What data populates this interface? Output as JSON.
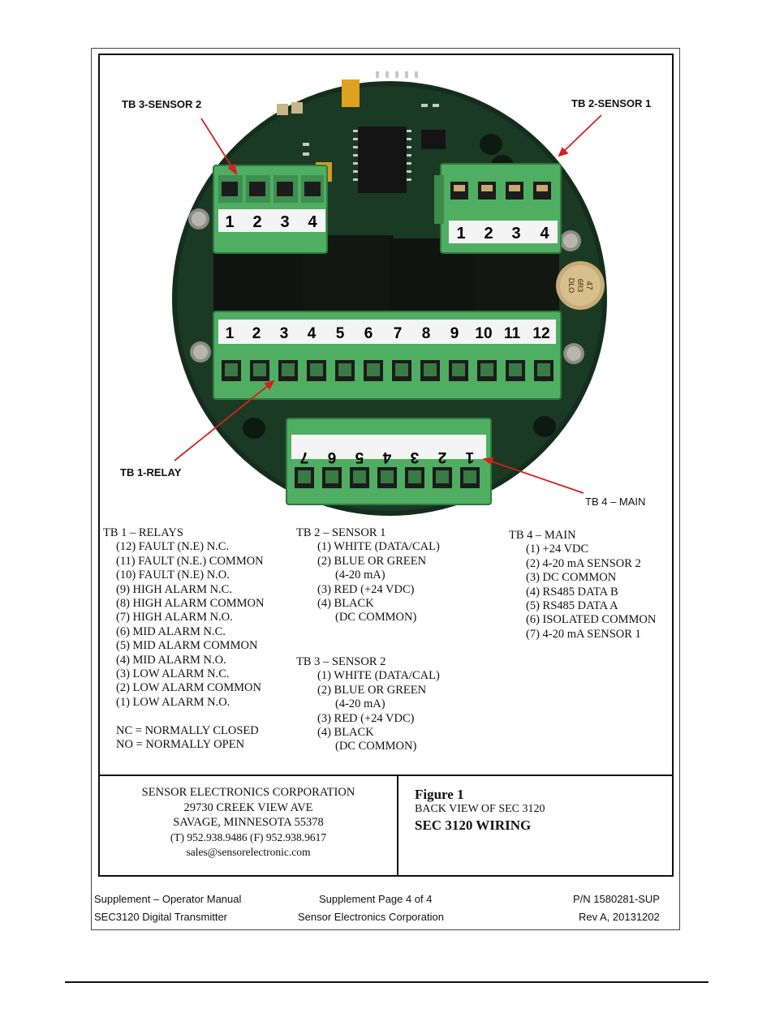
{
  "callouts": {
    "tb3": "TB 3-SENSOR 2",
    "tb2": "TB 2-SENSOR 1",
    "tb1": "TB 1-RELAY",
    "tb4": "TB 4 – MAIN"
  },
  "terminal_numbers": {
    "tb3": [
      "1",
      "2",
      "3",
      "4"
    ],
    "tb2": [
      "1",
      "2",
      "3",
      "4"
    ],
    "tb1": [
      "1",
      "2",
      "3",
      "4",
      "5",
      "6",
      "7",
      "8",
      "9",
      "10",
      "11",
      "12"
    ],
    "tb4": [
      "7",
      "6",
      "5",
      "4",
      "3",
      "2",
      "1"
    ]
  },
  "components": {
    "capacitor": [
      "47",
      "6R3",
      "DLO"
    ]
  },
  "tb1": {
    "title": "TB 1 – RELAYS",
    "items": [
      "(12) FAULT (N.E) N.C.",
      "(11) FAULT (N.E.) COMMON",
      "(10) FAULT (N.E) N.O.",
      "(9) HIGH ALARM N.C.",
      "(8) HIGH ALARM COMMON",
      "(7) HIGH ALARM N.O.",
      "(6) MID ALARM N.C.",
      "(5) MID ALARM COMMON",
      "(4) MID ALARM N.O.",
      "(3) LOW ALARM N.C.",
      "(2) LOW ALARM COMMON",
      "(1) LOW ALARM N.O."
    ],
    "notes": [
      "NC = NORMALLY CLOSED",
      "NO = NORMALLY OPEN"
    ]
  },
  "tb2": {
    "title": "TB 2 – SENSOR 1",
    "lines": [
      "(1) WHITE (DATA/CAL)",
      "(2) BLUE OR GREEN",
      "(4-20 mA)",
      "(3) RED (+24 VDC)",
      "(4) BLACK",
      "(DC COMMON)"
    ]
  },
  "tb3": {
    "title": "TB 3 – SENSOR 2",
    "lines": [
      "(1) WHITE (DATA/CAL)",
      "(2) BLUE OR GREEN",
      "(4-20 mA)",
      "(3) RED (+24 VDC)",
      "(4) BLACK",
      "(DC COMMON)"
    ]
  },
  "tb4": {
    "title": "TB 4 – MAIN",
    "items": [
      "(1) +24 VDC",
      "(2) 4-20 mA SENSOR 2",
      "(3) DC COMMON",
      "(4) RS485 DATA B",
      "(5) RS485 DATA A",
      "(6) ISOLATED COMMON",
      "(7) 4-20 mA SENSOR 1"
    ]
  },
  "company": {
    "name": "SENSOR ELECTRONICS CORPORATION",
    "street": "29730 CREEK VIEW AVE",
    "city": "SAVAGE, MINNESOTA 55378",
    "phone": "(T) 952.938.9486  (F) 952.938.9617",
    "email": "sales@sensorelectronic.com"
  },
  "figure": {
    "label": "Figure 1",
    "subtitle": "BACK VIEW OF SEC 3120",
    "title": "SEC 3120 WIRING"
  },
  "footer": {
    "left1": "Supplement – Operator Manual",
    "left2": "SEC3120 Digital Transmitter",
    "center1": "Supplement Page 4 of 4",
    "center2": "Sensor Electronics Corporation",
    "right1": "P/N 1580281-SUP",
    "right2": "Rev A, 20131202"
  },
  "colors": {
    "board": "#17321f",
    "terminal_green": "#4fae62",
    "relay_black": "#0f1410",
    "callout_red": "#d42020"
  }
}
